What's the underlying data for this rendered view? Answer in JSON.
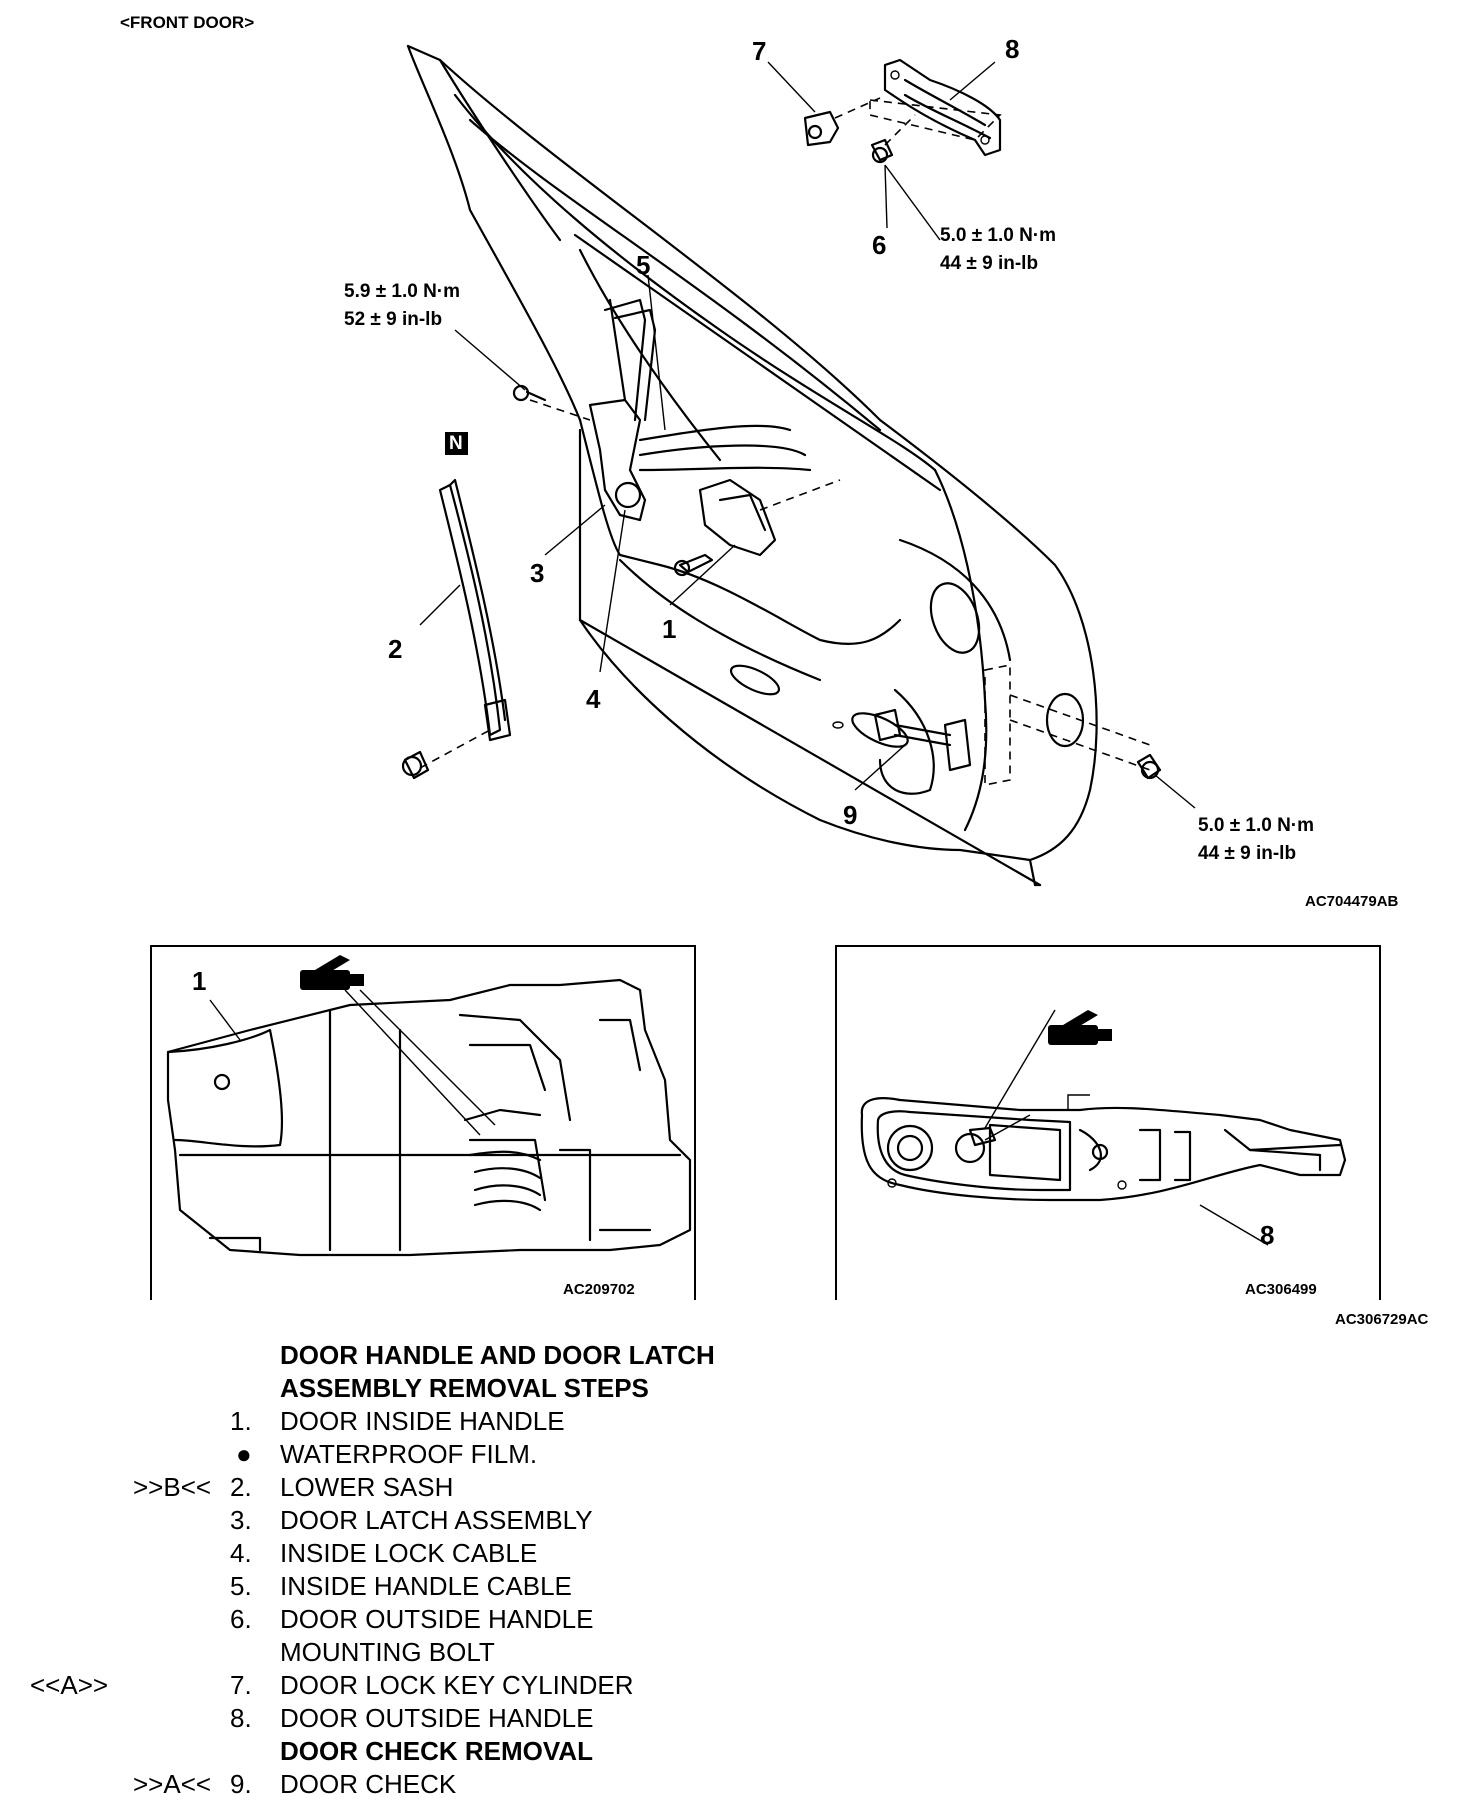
{
  "header": {
    "section_tag": "<FRONT DOOR>"
  },
  "main_diagram": {
    "code": "AC704479AB",
    "callouts": [
      "1",
      "2",
      "3",
      "4",
      "5",
      "6",
      "7",
      "8",
      "9"
    ],
    "torques": {
      "latch_bolt": {
        "nm": "5.9 ± 1.0 N·m",
        "inlb": "52 ± 9 in-lb"
      },
      "handle_bolt": {
        "nm": "5.0 ± 1.0 N·m",
        "inlb": "44 ± 9 in-lb"
      },
      "check_bolt": {
        "nm": "5.0 ± 1.0 N·m",
        "inlb": "44 ± 9 in-lb"
      }
    },
    "new_part_mark": "N"
  },
  "detail_left": {
    "code": "AC209702",
    "callout": "1"
  },
  "detail_right": {
    "code": "AC306499",
    "callout": "8"
  },
  "details_code": "AC306729AC",
  "steps": {
    "title_line1": "DOOR HANDLE AND DOOR LATCH",
    "title_line2": "ASSEMBLY REMOVAL STEPS",
    "items": [
      {
        "marker": "",
        "num": "1.",
        "text": "DOOR INSIDE HANDLE"
      },
      {
        "marker": "",
        "num": "",
        "text": "WATERPROOF FILM."
      },
      {
        "marker": ">>B<<",
        "num": "2.",
        "text": "LOWER SASH"
      },
      {
        "marker": "",
        "num": "3.",
        "text": "DOOR LATCH ASSEMBLY"
      },
      {
        "marker": "",
        "num": "4.",
        "text": "INSIDE LOCK CABLE"
      },
      {
        "marker": "",
        "num": "5.",
        "text": "INSIDE HANDLE CABLE"
      },
      {
        "marker": "",
        "num": "6.",
        "text": "DOOR OUTSIDE HANDLE"
      },
      {
        "marker": "",
        "num": "",
        "text": "MOUNTING BOLT"
      },
      {
        "marker": "<<A>>",
        "num": "7.",
        "text": "DOOR LOCK KEY CYLINDER"
      },
      {
        "marker": "",
        "num": "8.",
        "text": "DOOR OUTSIDE HANDLE"
      }
    ],
    "check_title": "DOOR CHECK REMOVAL",
    "check_item": {
      "marker": ">>A<<",
      "num": "9.",
      "text": "DOOR CHECK"
    }
  }
}
